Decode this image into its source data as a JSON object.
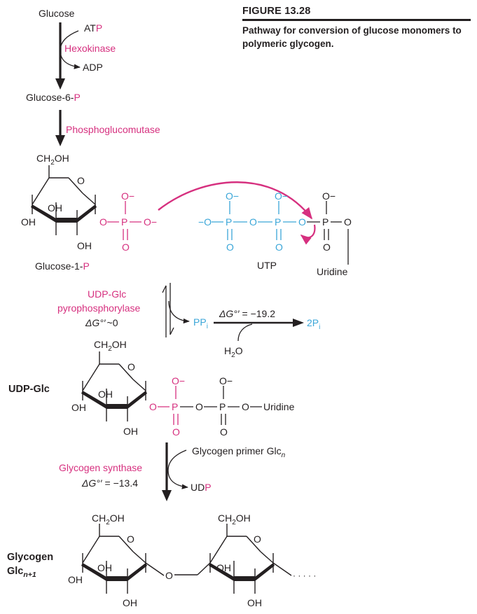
{
  "figure": {
    "number": "FIGURE 13.28",
    "caption": "Pathway for conversion of glucose monomers to polymeric glycogen."
  },
  "step1": {
    "substrate": "Glucose",
    "cofactor_in_a": "AT",
    "cofactor_in_b": "P",
    "enzyme": "Hexokinase",
    "cofactor_out": "ADP",
    "product_a": "Glucose-6-",
    "product_b": "P"
  },
  "step2": {
    "enzyme": "Phosphoglucomutase"
  },
  "g1p": {
    "ch2oh_a": "CH",
    "ch2oh_sub": "2",
    "ch2oh_b": "OH",
    "ring_o": "O",
    "oh_top": "OH",
    "oh_left": "OH",
    "oh_bottom": "OH",
    "name_a": "Glucose-1-",
    "name_b": "P",
    "ominus": "O−",
    "o": "O",
    "p": "P",
    "bond": "—"
  },
  "utp": {
    "label": "UTP",
    "uridine": "Uridine",
    "minus_o": "−O",
    "ominus": "O−",
    "o": "O",
    "p": "P"
  },
  "step3": {
    "enzyme_line1": "UDP-Glc",
    "enzyme_line2": "pyrophosphorylase",
    "dg_symbol": "ΔG°′",
    "dg_value": "~0",
    "ppi_a": "PP",
    "ppi_sub": "i",
    "hydrolysis_dg_symbol": "ΔG°′",
    "hydrolysis_dg_value": "= −19.2",
    "product_a": "2P",
    "product_sub": "i",
    "water_a": "H",
    "water_sub": "2",
    "water_b": "O"
  },
  "udpglc": {
    "label": "UDP-Glc",
    "ch2oh_a": "CH",
    "ch2oh_sub": "2",
    "ch2oh_b": "OH",
    "ring_o": "O",
    "oh_top": "OH",
    "oh_left": "OH",
    "oh_bottom": "OH",
    "uridine": "Uridine",
    "ominus": "O−",
    "o": "O",
    "p": "P"
  },
  "step4": {
    "primer_a": "Glycogen primer Glc",
    "primer_sub": "n",
    "enzyme": "Glycogen synthase",
    "dg_symbol": "ΔG°′",
    "dg_value": "= −13.4",
    "udp_a": "UD",
    "udp_b": "P"
  },
  "glycogen": {
    "label_line1": "Glycogen",
    "label_line2_a": "Glc",
    "label_line2_sub": "n+1",
    "ch2oh_a": "CH",
    "ch2oh_sub": "2",
    "ch2oh_b": "OH",
    "ring_o": "O",
    "link_o": "O",
    "oh": "OH",
    "ellipsis": "· · · · ·"
  },
  "colors": {
    "ink": "#231f20",
    "magenta": "#d6307f",
    "cyan": "#3aa6d8"
  }
}
